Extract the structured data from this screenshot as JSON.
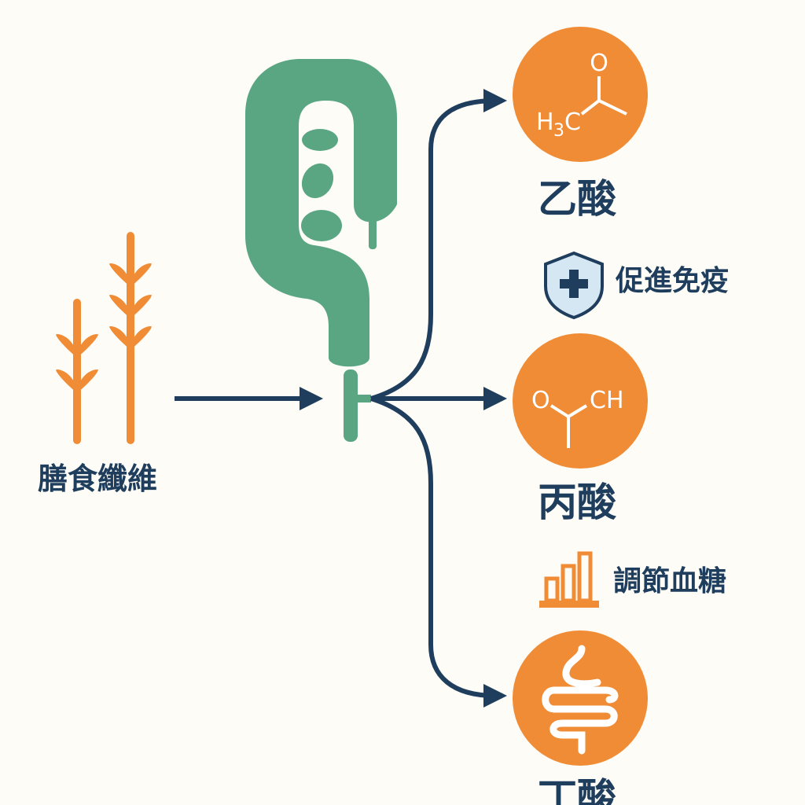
{
  "fiber": {
    "label": "膳食纖維",
    "icon": "wheat-icon"
  },
  "gut": {
    "icon": "colon-icon"
  },
  "acids": [
    {
      "label": "乙酸",
      "icon": "acetic-acid-structure-icon"
    },
    {
      "label": "丙酸",
      "icon": "propionic-acid-structure-icon"
    },
    {
      "label": "丁酸",
      "icon": "intestine-icon"
    }
  ],
  "effects": [
    {
      "label": "促進免疫",
      "icon": "shield-plus-icon"
    },
    {
      "label": "調節血糖",
      "icon": "bar-chart-icon"
    }
  ],
  "formula": {
    "acetic": {
      "h": "H",
      "sub": "3",
      "c": "C",
      "o": "O"
    },
    "propionic": {
      "o": "O",
      "ch": "CH"
    }
  },
  "colors": {
    "orange": "#ef8c35",
    "green": "#5aa683",
    "navy": "#1f3d5c",
    "background": "#fdfcf7"
  }
}
